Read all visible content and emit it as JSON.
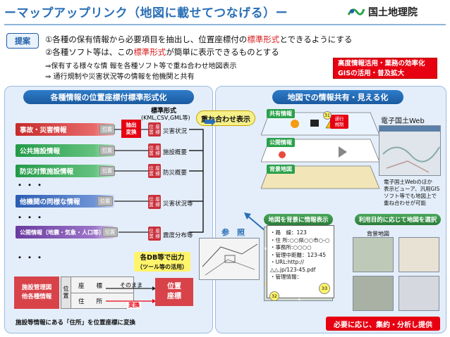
{
  "header": {
    "title": "ーマップアップリンク（地図に載せてつなげる）ー",
    "logo_text": "国土地理院"
  },
  "proposal": {
    "tag": "提案",
    "line1_pre": "①各種の保有情報から必要項目を抽出し、位置座標付の",
    "line1_red": "標準形式",
    "line1_post": "とできるようにする",
    "line2_pre": "②各種ソフト等は、この",
    "line2_red": "標準形式",
    "line2_post": "が簡単に表示できるものとする",
    "sub1": "⇒保有する様々な情 報を各種ソフト等で重ね合わせ地図表示",
    "sub2": "⇒ 通行規制や災害状況等の情報を他機関と共有",
    "redbox_line1": "高度情報活用・業務の効率化",
    "redbox_line2": "GISの活用・普及拡大"
  },
  "left_panel": {
    "heading": "各種情報の位置座標付標準形式化",
    "standard_label": "標準形式",
    "standard_formats": "(KML,CSV,GML等)",
    "extract_label_1": "抽出",
    "extract_label_2": "変換",
    "coord_chip_1": "位置",
    "coord_chip_2": "座標",
    "pos_chip": "位置",
    "rows": [
      {
        "name": "事故・災害情報",
        "output": "災害状況"
      },
      {
        "name": "公共施設情報",
        "output": "施設概要"
      },
      {
        "name": "防災対策施設情報",
        "output": "防災概要"
      },
      {
        "name": "他機関の同様な情報",
        "output": "災害状況等"
      },
      {
        "name": "公開情報（地震・気象・人口等）",
        "output": "震度分布等"
      }
    ],
    "dots": "・・・",
    "db_output_1": "各DB等で出力",
    "db_output_2": "（ツール等の活用）",
    "facility_1": "施設管理図",
    "facility_2": "他各種情報",
    "pos_vertical": "位置",
    "addr_cells": {
      "zahyo": "座　　標",
      "jusho": "住　　所"
    },
    "asis_label": "そのまま",
    "convert_label": "変換",
    "pos_coord_1": "位置",
    "pos_coord_2": "座標",
    "bottom_note": "施設等情報にある「住所」を位置座標に変換"
  },
  "right_panel": {
    "heading": "地図での情報共有・見える化",
    "overlay_label": "重ね合わせ表示",
    "denshi_label": "電子国土Web",
    "layers": {
      "shared": "共有情報",
      "public": "公開情報",
      "background": "背景地図"
    },
    "warn_chip": "通行\n規制",
    "denshi_note_1": "電子国土Webのほか",
    "denshi_note_2": "表示ビューア、汎用GIS",
    "denshi_note_3": "ソフト等でも地図上で",
    "denshi_note_4": "重ね合わせが可能",
    "sanshou": "参　照",
    "btn_bg_display": "地図を背景に情報表示",
    "btn_purpose": "利用目的に応じて地図を選択",
    "bg_map_label": "背景地図",
    "popup_lines": [
      "・路　線：123",
      "・住 所:○○県○○市○-○",
      "・事務所:○○○○",
      "・管理中距離：123-45",
      "・URL:http://△△.jp/123-45.pdf",
      "・管理情報："
    ],
    "marker_31": "31",
    "marker_32": "32",
    "marker_33": "33",
    "req_label": "必要に応じ、集約・分析し提供"
  },
  "colors": {
    "accent_blue": "#2a6fb6",
    "alert_red": "#e60012",
    "panel_bg": "#e4eefa"
  }
}
